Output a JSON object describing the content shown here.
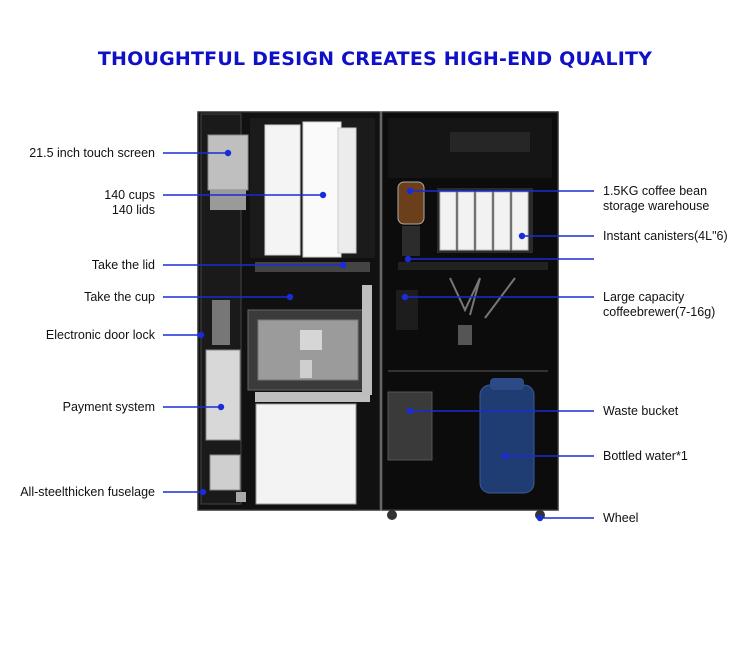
{
  "title": "THOUGHTFUL DESIGN CREATES HIGH-END QUALITY",
  "colors": {
    "title": "#1010c8",
    "callout": "#1a2bd8",
    "machine": "#0e0e0e"
  },
  "left_labels": [
    {
      "id": "touch-screen",
      "lines": [
        "21.5 inch touch screen"
      ]
    },
    {
      "id": "cups-lids",
      "lines": [
        "140 cups",
        "140 lids"
      ]
    },
    {
      "id": "take-lid",
      "lines": [
        "Take the lid"
      ]
    },
    {
      "id": "take-cup",
      "lines": [
        "Take the cup"
      ]
    },
    {
      "id": "door-lock",
      "lines": [
        "Electronic door lock"
      ]
    },
    {
      "id": "payment",
      "lines": [
        "Payment system"
      ]
    },
    {
      "id": "fuselage",
      "lines": [
        "All-steelthicken fuselage"
      ]
    }
  ],
  "right_labels": [
    {
      "id": "bean-storage",
      "lines": [
        "1.5KG coffee bean",
        "storage warehouse"
      ]
    },
    {
      "id": "canisters",
      "lines": [
        "Instant canisters(4L\"6)"
      ]
    },
    {
      "id": "unlabeled",
      "lines": []
    },
    {
      "id": "brewer",
      "lines": [
        "Large capacity",
        "coffeebrewer(7-16g)"
      ]
    },
    {
      "id": "waste",
      "lines": [
        "Waste bucket"
      ]
    },
    {
      "id": "water",
      "lines": [
        "Bottled water*1"
      ]
    },
    {
      "id": "wheel",
      "lines": [
        "Wheel"
      ]
    }
  ]
}
